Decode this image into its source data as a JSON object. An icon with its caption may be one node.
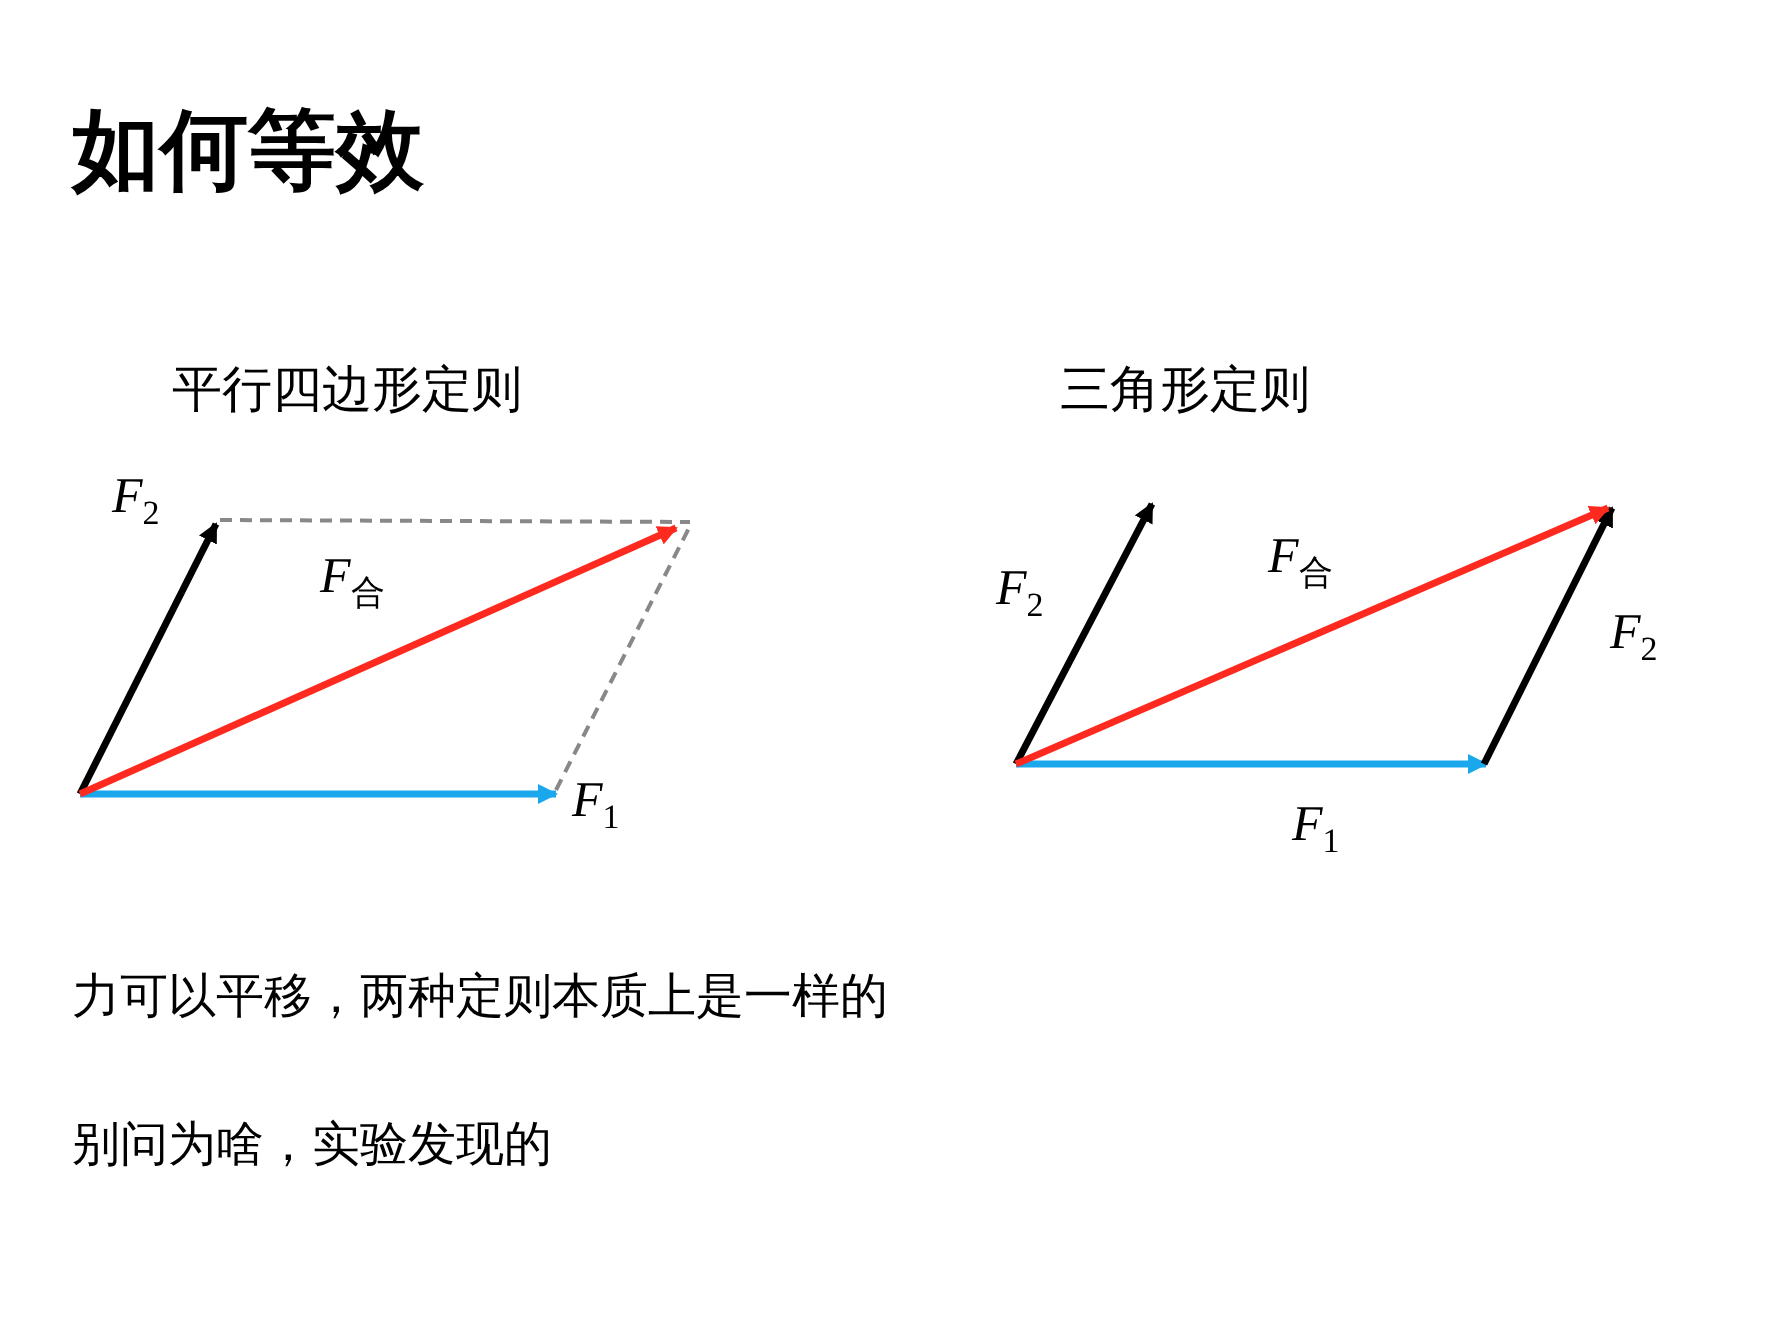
{
  "diagram": {
    "title": "如何等效",
    "labels": [
      "平行四边形定则",
      "三角形定则",
      "*F*$_{2}$",
      "*F*$_{合}$",
      "*F*$_{合}$",
      "*F*$_{2}$",
      "*F*$_{2}$",
      "*F*$_{1}$",
      "*F*$_{1}$",
      "力可以平移，两种定则本质上是一样的",
      "别问为啥，实验发现的"
    ]
  }
}
